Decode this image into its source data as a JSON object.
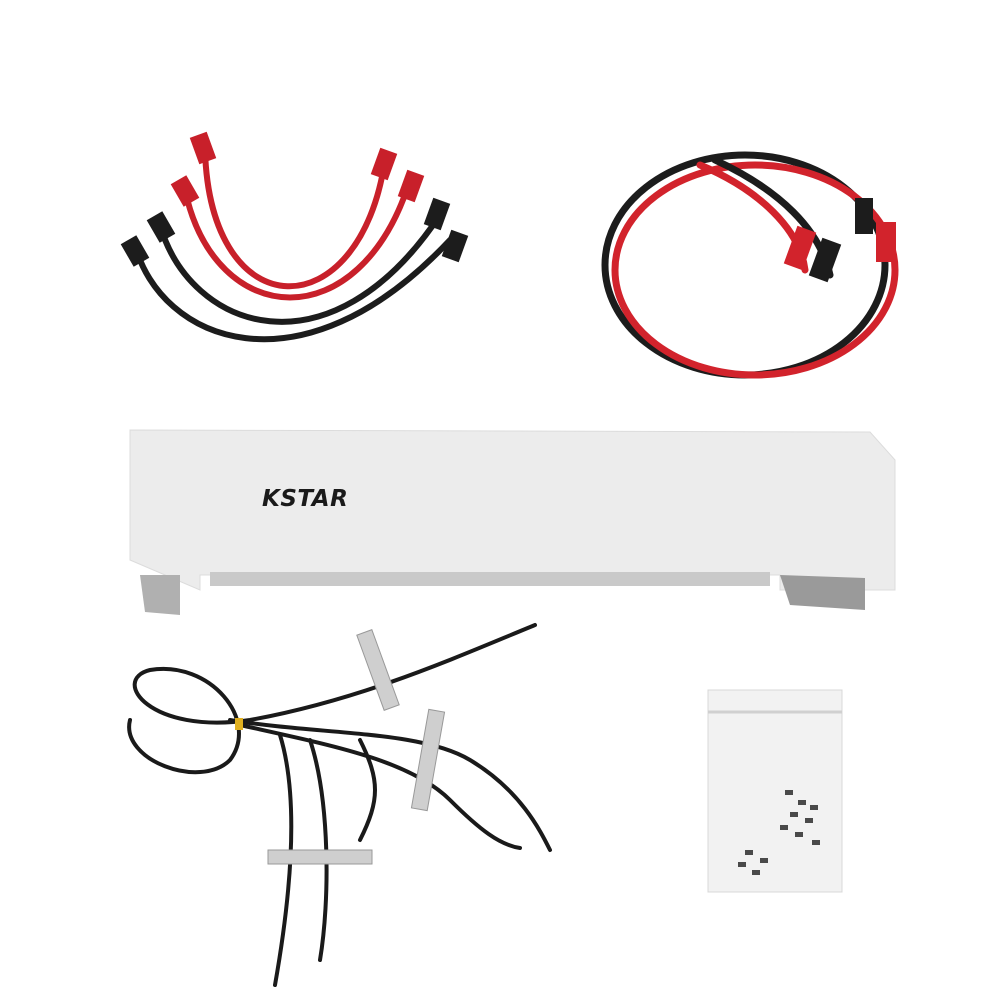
{
  "scene": {
    "description": "Product kit photo on white background",
    "background_color": "#ffffff"
  },
  "items": {
    "short_cables": {
      "label": "Short battery interconnect cables",
      "count_red": 2,
      "count_black": 2,
      "colors": {
        "red": "#c8202a",
        "black": "#1c1c1c"
      }
    },
    "long_cables": {
      "label": "Long battery power cables",
      "count_red": 1,
      "count_black": 1,
      "colors": {
        "red": "#d2232c",
        "black": "#1c1c1c"
      }
    },
    "top_cover": {
      "label": "Top cover",
      "brand_text": "KSTAR",
      "color": "#ececec"
    },
    "communication_cables": {
      "label": "Communication cables with cable glands",
      "plate_color": "#d8d8d8"
    },
    "screw_bag": {
      "label": "Screw accessory bag"
    }
  }
}
